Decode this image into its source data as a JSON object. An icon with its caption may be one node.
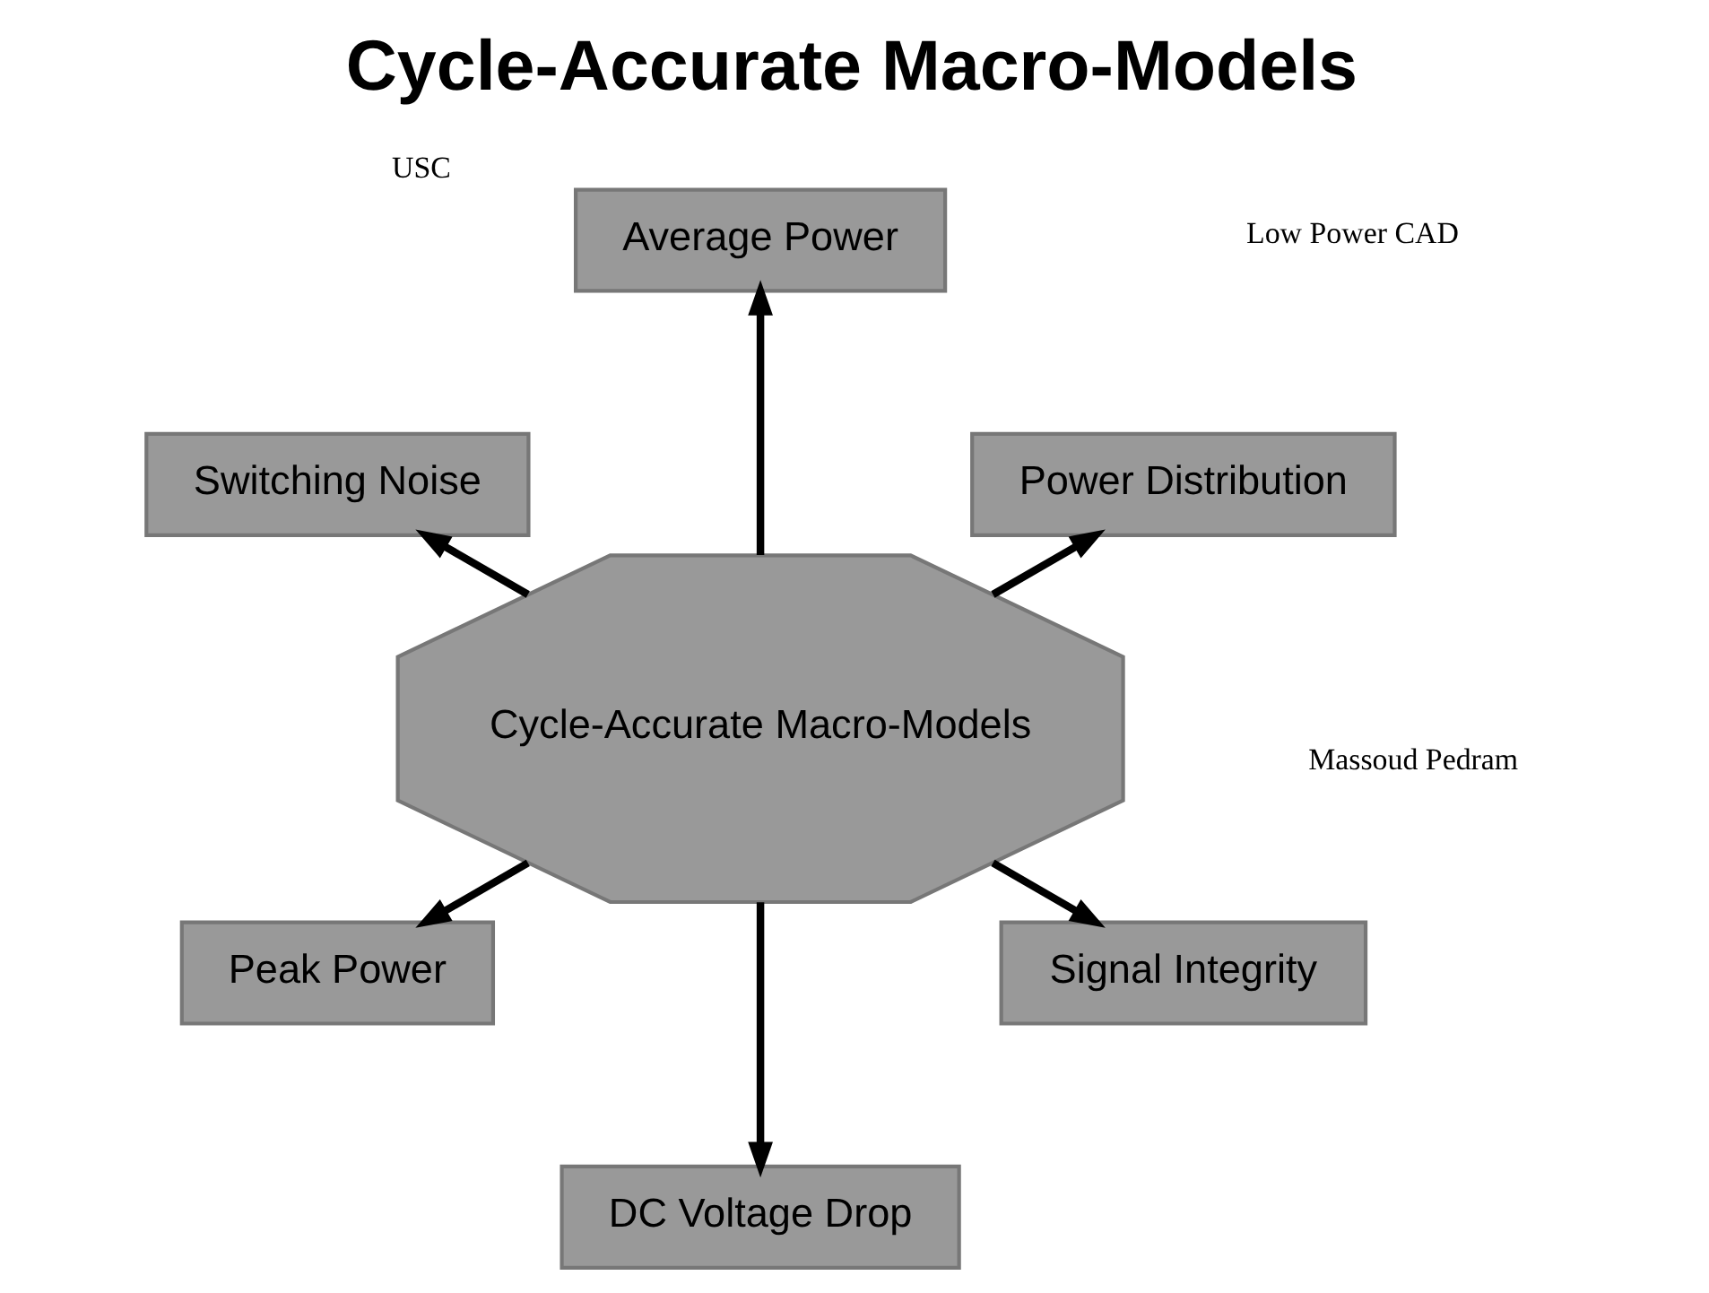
{
  "diagram": {
    "title": "Cycle-Accurate Macro-Models",
    "nodes": [
      {
        "text": [
          "Power Distribution"
        ]
      },
      {
        "text": [
          "Average Power"
        ]
      },
      {
        "text": [
          "Cycle-Accurate Macro-Models"
        ]
      },
      {
        "text": [
          "Switching Noise"
        ]
      },
      {
        "text": [
          "Peak Power"
        ]
      },
      {
        "text": [
          "DC Voltage Drop"
        ]
      },
      {
        "text": [
          "Signal Integrity"
        ]
      }
    ],
    "edges": [
      {
        "from": 2,
        "to": 0,
        "arrow": "to"
      },
      {
        "from": 2,
        "to": 1,
        "arrow": "to"
      },
      {
        "from": 2,
        "to": 3,
        "arrow": "to"
      },
      {
        "from": 2,
        "to": 4,
        "arrow": "to"
      },
      {
        "from": 2,
        "to": 5,
        "arrow": "to"
      },
      {
        "from": 2,
        "to": 6,
        "arrow": "to"
      }
    ],
    "labels": [
      "USC",
      "Low Power CAD",
      "Massoud Pedram"
    ]
  }
}
